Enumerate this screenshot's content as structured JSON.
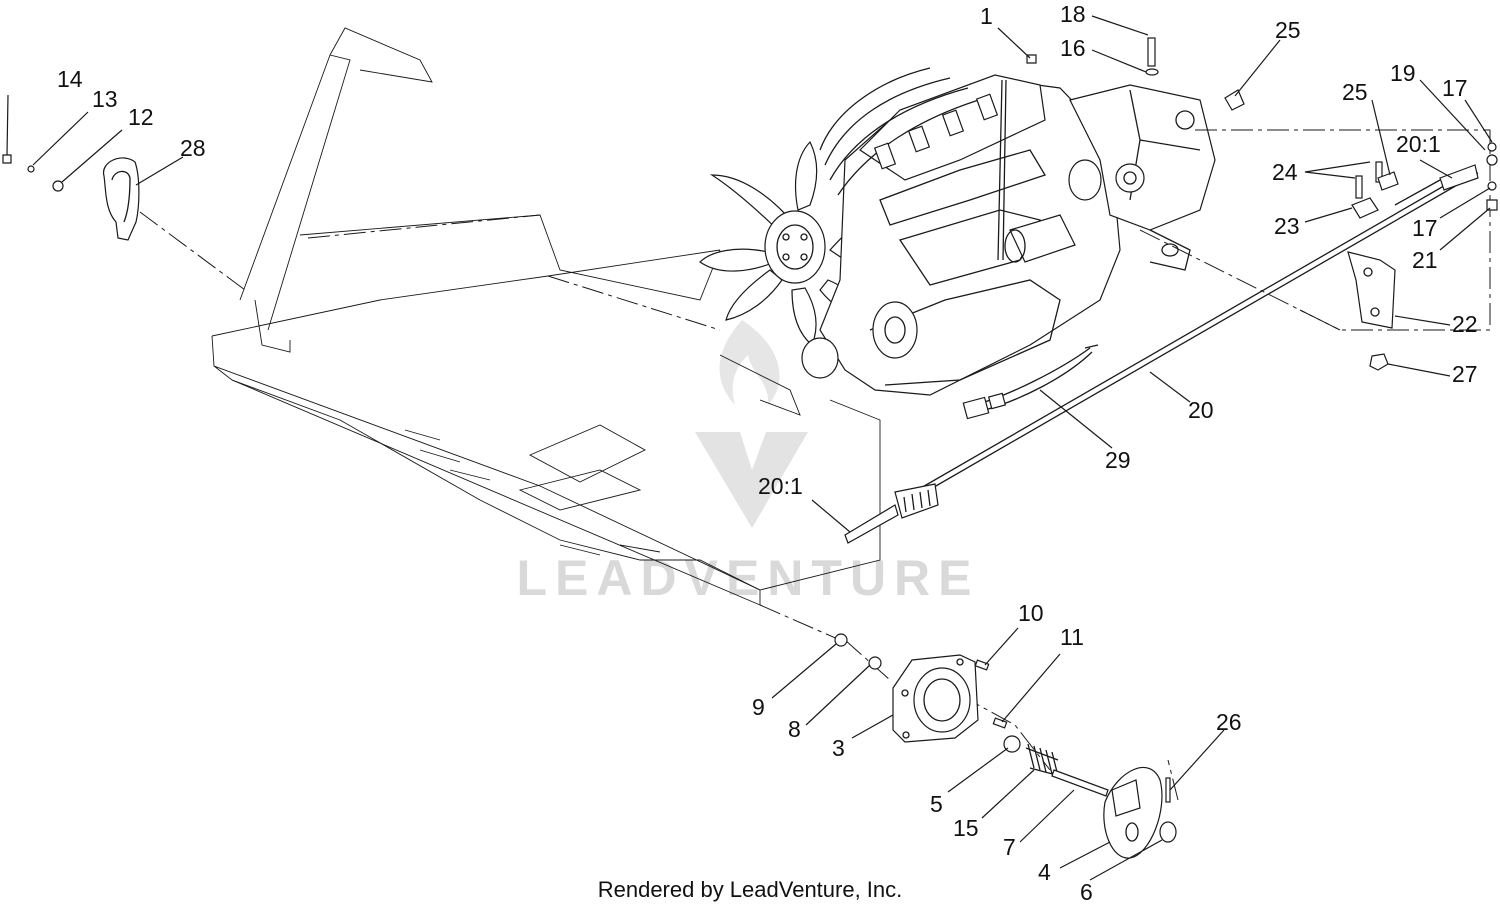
{
  "callouts": {
    "c1": "1",
    "c18": "18",
    "c16": "16",
    "c25a": "25",
    "c25b": "25",
    "c19": "19",
    "c17a": "17",
    "c20_1a": "20:1",
    "c24": "24",
    "c23": "23",
    "c17b": "17",
    "c21": "21",
    "c22": "22",
    "c27": "27",
    "c20": "20",
    "c29": "29",
    "c20_1b": "20:1",
    "c14": "14",
    "c13": "13",
    "c12": "12",
    "c28": "28",
    "c10": "10",
    "c11": "11",
    "c9": "9",
    "c8": "8",
    "c3": "3",
    "c5": "5",
    "c15": "15",
    "c7": "7",
    "c26": "26",
    "c4": "4",
    "c6": "6"
  },
  "footer": {
    "credit": "Rendered by LeadVenture, Inc."
  },
  "watermark": {
    "text": "LEADVENTURE"
  }
}
